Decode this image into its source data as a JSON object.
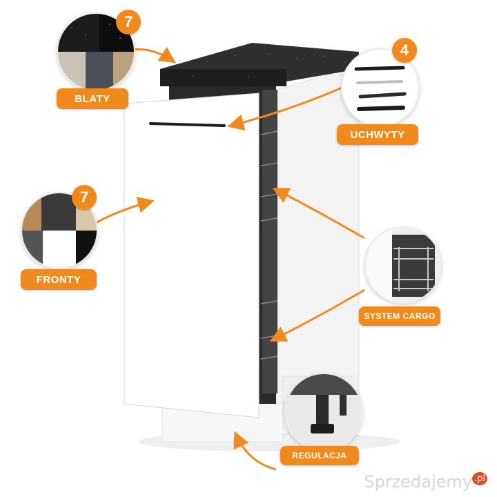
{
  "labels": {
    "countertops": "BLATY",
    "handles": "UCHWYTY",
    "fronts": "FRONTY",
    "cargo": "SYSTEM CARGO",
    "adjustment": "REGULACJA"
  },
  "badges": {
    "countertops": "7",
    "handles": "4",
    "fronts": "7"
  },
  "watermark": {
    "text": "Sprzedajemy",
    "suffix": ".pl"
  },
  "colors": {
    "accent": "#f08a1c",
    "cabinet_white": "#ffffff",
    "countertop": "#2a2a2a"
  }
}
